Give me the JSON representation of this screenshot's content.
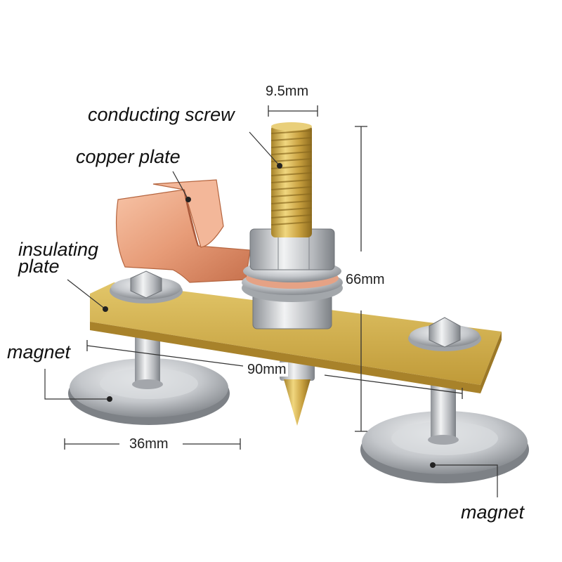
{
  "labels": {
    "conducting_screw": "conducting screw",
    "copper_plate": "copper plate",
    "insulating_plate_line1": "insulating",
    "insulating_plate_line2": "plate",
    "magnet_left": "magnet",
    "magnet_right": "magnet"
  },
  "dimensions": {
    "screw_diameter": "9.5mm",
    "height": "66mm",
    "plate_length": "90mm",
    "magnet_diameter": "36mm"
  },
  "colors": {
    "insulating_plate": "#d2b24a",
    "copper": "#e7a07e",
    "screw_brass": "#c8a445",
    "steel": "#c7cacd",
    "magnet_steel": "#b9bcc0"
  }
}
